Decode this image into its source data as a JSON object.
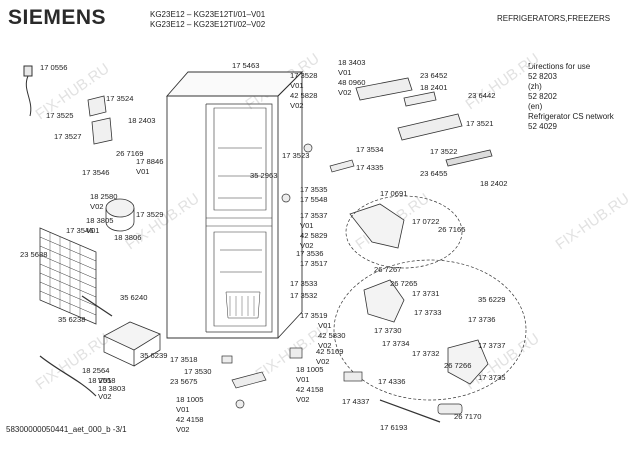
{
  "header": {
    "brand": "SIEMENS",
    "model_line_1": "KG23E12 – KG23E12TI/01–V01",
    "model_line_2": "KG23E12 – KG23E12TI/02–V02",
    "category": "REFRIGERATORS,FREEZERS"
  },
  "sidebar": {
    "directions_label": "Directions for use",
    "directions_items": [
      "52 8203",
      "(zh)",
      "52 8202",
      "(en)"
    ],
    "network_label": "Refrigerator CS network",
    "network_number": "52 4029"
  },
  "footer": {
    "code": "58300000050441_aet_000_b -3/1"
  },
  "watermark": "FIX-HUB.RU",
  "part_labels": [
    {
      "t": "17 0556"
    },
    {
      "t": "17 3524"
    },
    {
      "t": "17 3525"
    },
    {
      "t": "18 2403"
    },
    {
      "t": "17 3527"
    },
    {
      "t": "26 7169"
    },
    {
      "t": "17 3546"
    },
    {
      "t": "17 8846"
    },
    {
      "t": "V01"
    },
    {
      "t": "18 2580"
    },
    {
      "t": "V02"
    },
    {
      "t": "17 3529"
    },
    {
      "t": "18 3805"
    },
    {
      "t": "V01"
    },
    {
      "t": "17 3546"
    },
    {
      "t": "18 3806"
    },
    {
      "t": "23 5688"
    },
    {
      "t": "35 6240"
    },
    {
      "t": "35 6238"
    },
    {
      "t": "35 6239"
    },
    {
      "t": "18 2564"
    },
    {
      "t": "V01"
    },
    {
      "t": "18 3803"
    },
    {
      "t": "V02"
    },
    {
      "t": "18 2558"
    },
    {
      "t": "17 5463"
    },
    {
      "t": "17 3528"
    },
    {
      "t": "V01"
    },
    {
      "t": "42 5828"
    },
    {
      "t": "V02"
    },
    {
      "t": "18 3403"
    },
    {
      "t": "V01"
    },
    {
      "t": "48 0960"
    },
    {
      "t": "V02"
    },
    {
      "t": "23 6452"
    },
    {
      "t": "18 2401"
    },
    {
      "t": "23 6442"
    },
    {
      "t": "17 3521"
    },
    {
      "t": "17 3534"
    },
    {
      "t": "17 3523"
    },
    {
      "t": "17 3522"
    },
    {
      "t": "17 4335"
    },
    {
      "t": "23 6455"
    },
    {
      "t": "18 2402"
    },
    {
      "t": "35 2963"
    },
    {
      "t": "17 3535"
    },
    {
      "t": "17 5548"
    },
    {
      "t": "17 3537"
    },
    {
      "t": "V01"
    },
    {
      "t": "42 5829"
    },
    {
      "t": "V02"
    },
    {
      "t": "17 0691"
    },
    {
      "t": "17 0722"
    },
    {
      "t": "26 7165"
    },
    {
      "t": "17 3536"
    },
    {
      "t": "17 3517"
    },
    {
      "t": "17 3533"
    },
    {
      "t": "17 3532"
    },
    {
      "t": "26 7267"
    },
    {
      "t": "26 7265"
    },
    {
      "t": "35 6229"
    },
    {
      "t": "17 3731"
    },
    {
      "t": "17 3519"
    },
    {
      "t": "V01"
    },
    {
      "t": "42 5830"
    },
    {
      "t": "V02"
    },
    {
      "t": "17 3733"
    },
    {
      "t": "17 3730"
    },
    {
      "t": "17 3736"
    },
    {
      "t": "17 3734"
    },
    {
      "t": "17 3732"
    },
    {
      "t": "17 3737"
    },
    {
      "t": "26 7266"
    },
    {
      "t": "17 3735"
    },
    {
      "t": "42 5169"
    },
    {
      "t": "V02"
    },
    {
      "t": "17 3518"
    },
    {
      "t": "17 3530"
    },
    {
      "t": "23 5675"
    },
    {
      "t": "18 1005"
    },
    {
      "t": "V01"
    },
    {
      "t": "42 4158"
    },
    {
      "t": "V02"
    },
    {
      "t": "18 1005"
    },
    {
      "t": "V01"
    },
    {
      "t": "42 4158"
    },
    {
      "t": "V02"
    },
    {
      "t": "17 4336"
    },
    {
      "t": "17 4337"
    },
    {
      "t": "26 7170"
    },
    {
      "t": "17 6193"
    }
  ]
}
